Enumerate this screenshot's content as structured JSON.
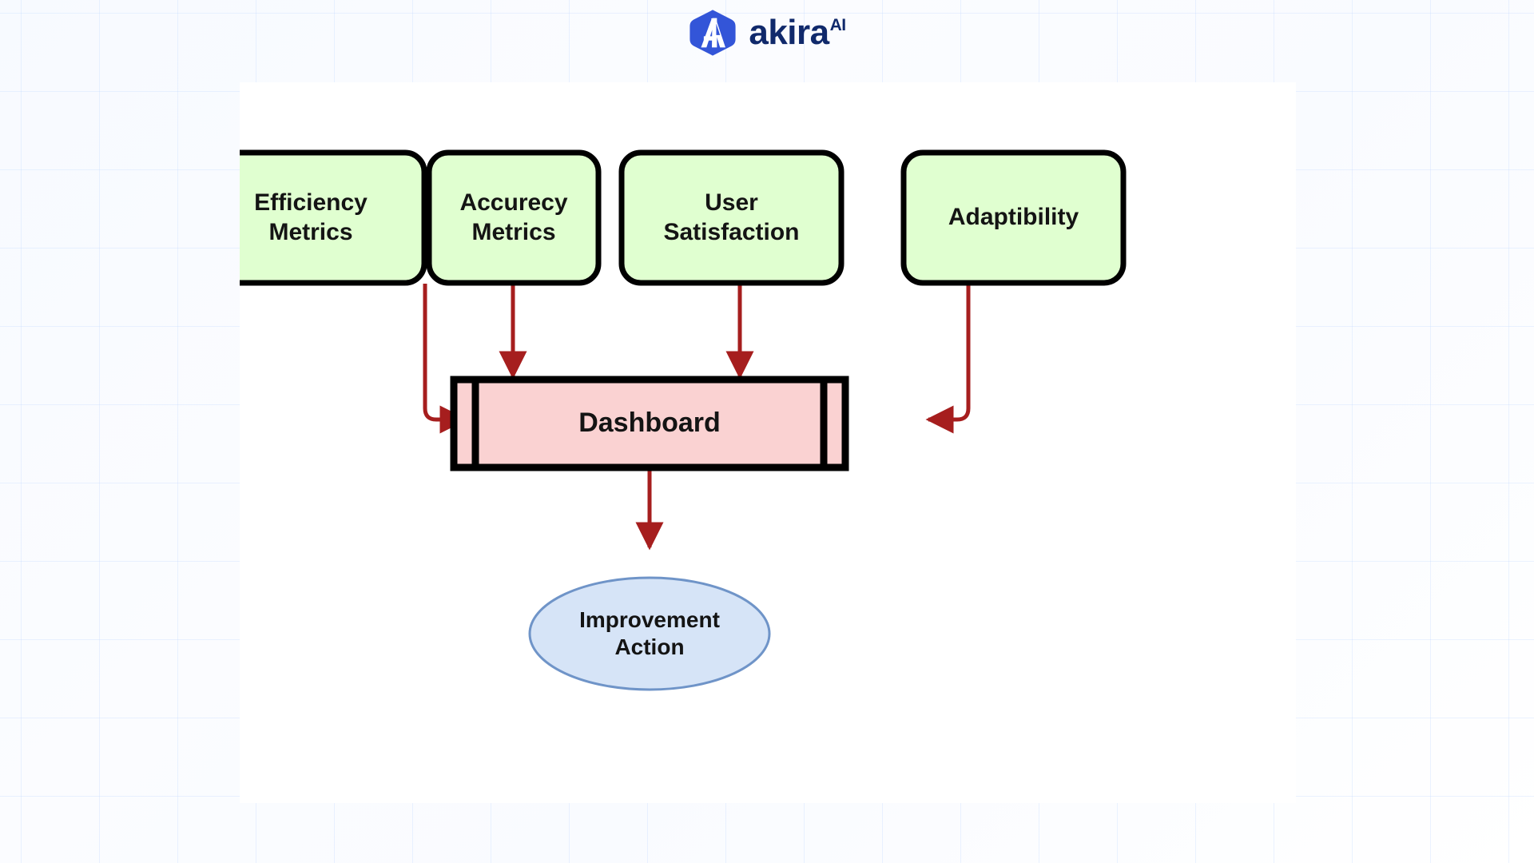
{
  "brand": {
    "logo_icon": "akira-hexagon-logo-icon",
    "name": "akira",
    "superscript": "AI",
    "color": "#10296b",
    "mark_color": "#3355d8"
  },
  "colors": {
    "page_background": "#f8faff",
    "canvas_background": "#ffffff",
    "grid_line": "#bed6ff",
    "node_green_fill": "#e0ffd0",
    "node_green_stroke": "#000000",
    "node_pink_fill": "#fad2d2",
    "node_pink_stroke": "#000000",
    "node_blue_fill": "#d6e4f7",
    "node_blue_stroke": "#6f94c8",
    "edge_stroke": "#a61e1e",
    "label_text": "#141414"
  },
  "diagram": {
    "type": "flowchart",
    "direction": "top-to-bottom",
    "nodes": [
      {
        "id": "efficiency",
        "label_lines": [
          "Efficiency",
          "Metrics"
        ],
        "shape": "rounded-rectangle",
        "fill": "#e0ffd0"
      },
      {
        "id": "accuracy",
        "label_lines": [
          "Accurecy",
          "Metrics"
        ],
        "shape": "rounded-rectangle",
        "fill": "#e0ffd0"
      },
      {
        "id": "user",
        "label_lines": [
          "User",
          "Satisfaction"
        ],
        "shape": "rounded-rectangle",
        "fill": "#e0ffd0"
      },
      {
        "id": "adaptibility",
        "label_lines": [
          "Adaptibility"
        ],
        "shape": "rounded-rectangle",
        "fill": "#e0ffd0"
      },
      {
        "id": "dashboard",
        "label_lines": [
          "Dashboard"
        ],
        "shape": "subroutine",
        "fill": "#fad2d2"
      },
      {
        "id": "improvement",
        "label_lines": [
          "Improvement",
          "Action"
        ],
        "shape": "ellipse",
        "fill": "#d6e4f7"
      }
    ],
    "edges": [
      {
        "from": "efficiency",
        "to": "dashboard",
        "style": "orthogonal",
        "arrow": "right"
      },
      {
        "from": "accuracy",
        "to": "dashboard",
        "style": "straight",
        "arrow": "down"
      },
      {
        "from": "user",
        "to": "dashboard",
        "style": "straight",
        "arrow": "down"
      },
      {
        "from": "adaptibility",
        "to": "dashboard",
        "style": "orthogonal",
        "arrow": "left"
      },
      {
        "from": "dashboard",
        "to": "improvement",
        "style": "straight",
        "arrow": "down"
      }
    ]
  }
}
